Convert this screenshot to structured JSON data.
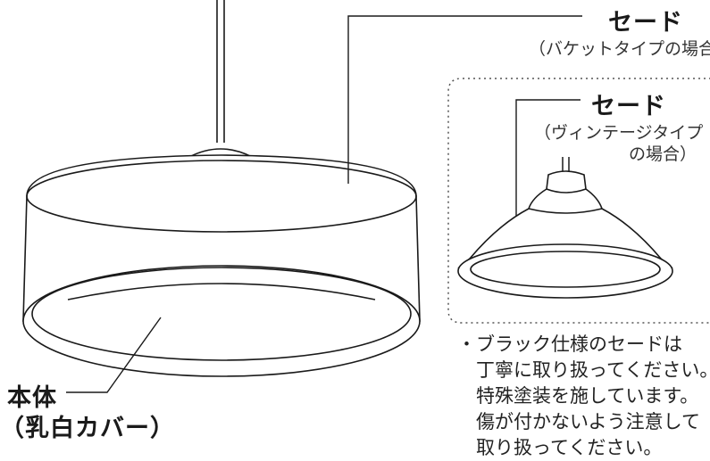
{
  "labels": {
    "bucket_shade_title": "セード",
    "bucket_shade_sub": "（バケットタイプの場合）",
    "vintage_shade_title": "セード",
    "vintage_shade_sub_1": "（ヴィンテージタイプ",
    "vintage_shade_sub_2": "の場合）",
    "body_title": "本体",
    "body_sub": "（乳白カバー）"
  },
  "note": {
    "bullet": "・",
    "lines": [
      "ブラック仕様のセードは",
      "丁寧に取り扱ってください。",
      "特殊塗装を施しています。",
      "傷が付かないよう注意して",
      "取り扱ってください。"
    ]
  }
}
